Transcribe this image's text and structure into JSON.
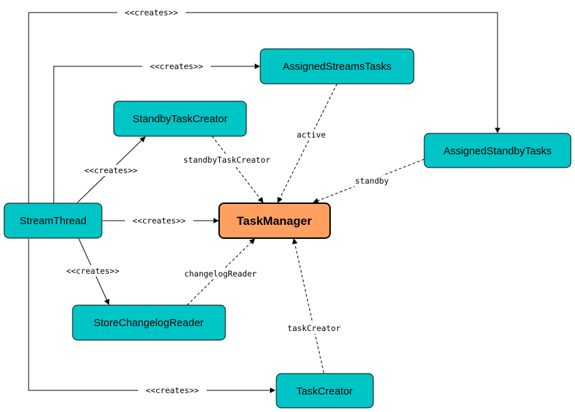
{
  "nodes": {
    "stream_thread": "StreamThread",
    "task_manager": "TaskManager",
    "assigned_streams_tasks": "AssignedStreamsTasks",
    "standby_task_creator": "StandbyTaskCreator",
    "assigned_standby_tasks": "AssignedStandbyTasks",
    "store_changelog_reader": "StoreChangelogReader",
    "task_creator": "TaskCreator"
  },
  "edges": {
    "creates_assigned_standby": "<<creates>>",
    "creates_assigned_streams": "<<creates>>",
    "creates_standby_creator": "<<creates>>",
    "creates_task_manager": "<<creates>>",
    "creates_changelog_reader": "<<creates>>",
    "creates_task_creator": "<<creates>>",
    "active": "active",
    "standby": "standby",
    "standby_task_creator": "standbyTaskCreator",
    "changelog_reader": "changelogReader",
    "task_creator": "taskCreator"
  },
  "colors": {
    "node_fill": "#00c5c7",
    "main_fill": "#ffa060",
    "line": "#000000"
  }
}
